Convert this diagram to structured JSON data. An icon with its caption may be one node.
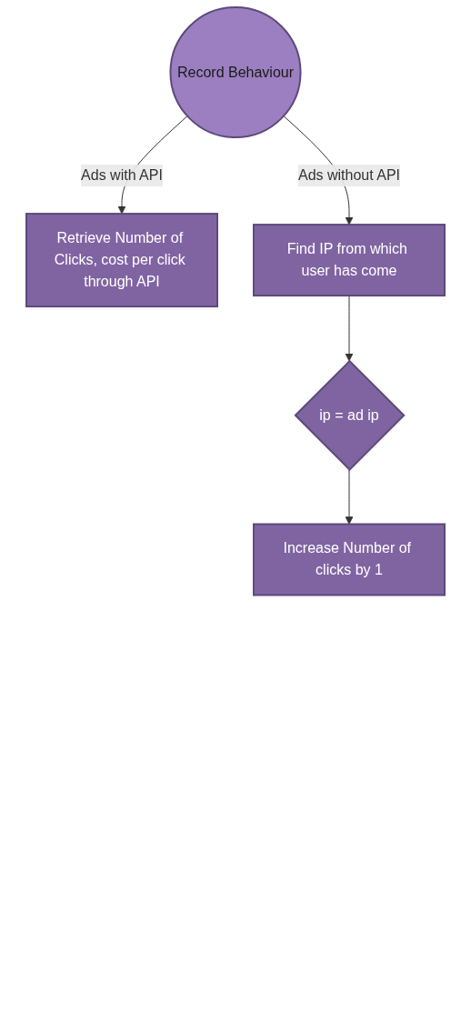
{
  "diagram": {
    "nodes": [
      {
        "text": [
          "Record Behaviour"
        ]
      },
      {
        "text": [
          "Retrieve Number of Clicks, cost per click through API"
        ]
      },
      {
        "text": [
          "Find IP from which user has come"
        ]
      },
      {
        "text": [
          "ip = ad ip"
        ]
      },
      {
        "text": [
          "Increase Number of clicks by 1"
        ]
      }
    ],
    "edges": [
      {
        "from": 0,
        "to": 1,
        "arrow": "to",
        "label": "Ads with API"
      },
      {
        "from": 0,
        "to": 2,
        "arrow": "to",
        "label": "Ads without API"
      },
      {
        "from": 2,
        "to": 3,
        "arrow": "to"
      },
      {
        "from": 3,
        "to": 4,
        "arrow": "to"
      }
    ]
  }
}
